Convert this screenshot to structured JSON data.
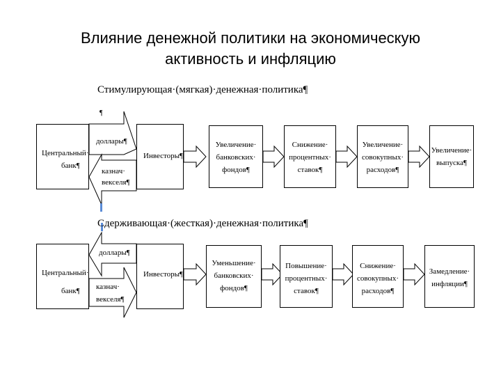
{
  "title": {
    "line1": "Влияние денежной политики на экономическую",
    "line2": "активность и инфляцию"
  },
  "diagram": {
    "stimulating": {
      "heading": "Стимулирующая·(мягкая)·денежная·политика¶",
      "pilcrow": "¶",
      "central_bank": [
        "Центральный·",
        "банк¶"
      ],
      "dollars": "доллары¶",
      "bills": [
        "казнач·",
        "векселя¶"
      ],
      "investors": "Инвесторы¶",
      "steps": [
        [
          "Увеличение·",
          "банковских·",
          "фондов¶"
        ],
        [
          "Снижение·",
          "процентных·",
          "ставок¶"
        ],
        [
          "Увеличение·",
          "совокупных·",
          "расходов¶"
        ],
        [
          "Увеличение·",
          "выпуска¶"
        ]
      ]
    },
    "restrictive": {
      "heading": "Сдерживающая·(жесткая)·денежная·политика¶",
      "central_bank": [
        "Центральный·",
        "банк¶"
      ],
      "dollars": "доллары¶",
      "bills": [
        "казнач·",
        "векселя¶"
      ],
      "investors": "Инвесторы¶",
      "steps": [
        [
          "Уменьшение·",
          "банковских·",
          "фондов¶"
        ],
        [
          "Повышение·",
          "процентных·",
          "ставок¶"
        ],
        [
          "Снижение·",
          "совокупных·",
          "расходов¶"
        ],
        [
          "Замедление·",
          "инфляции¶"
        ]
      ]
    }
  }
}
